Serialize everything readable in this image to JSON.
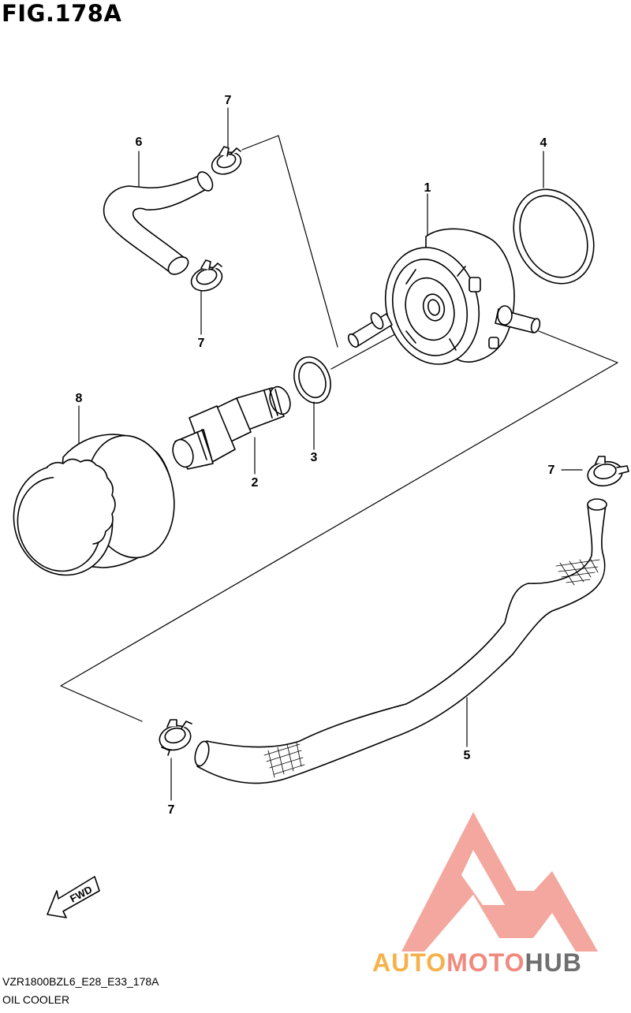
{
  "figure": {
    "title": "FIG.178A",
    "model_code": "VZR1800BZL6_E28_E33_178A",
    "section_name": "OIL COOLER"
  },
  "callouts": {
    "oil_cooler": "1",
    "union_bolt": "2",
    "gasket": "3",
    "o_ring": "4",
    "hose_lower": "5",
    "hose_upper": "6",
    "clamp_top": "7",
    "clamp_upper_hose": "7",
    "clamp_right": "7",
    "clamp_bottom": "7",
    "oil_filter": "8"
  },
  "direction_arrow": {
    "label": "FWD",
    "icon": "fwd-arrow-icon"
  },
  "watermark": {
    "part1": "AUTO",
    "part2": "MOTO",
    "part3": "HUB",
    "colors": {
      "auto": "#f6b24a",
      "moto": "#f08a7e",
      "hub": "#6f6f6f",
      "logo": "#f08a7e"
    }
  }
}
